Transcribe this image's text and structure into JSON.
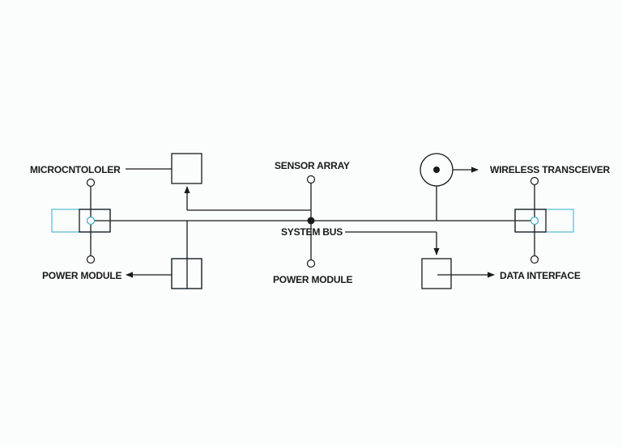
{
  "diagram": {
    "labels": {
      "microcontroller": "MICROCNTOLOLER",
      "sensor_array": "SENSOR ARRAY",
      "wireless_transceiver": "WIRELESS TRANSCEIVER",
      "system_bus": "SYSTEM BUS",
      "power_module_left": "POWER MODULE",
      "power_module_center": "POWER MODULE",
      "data_interface": "DATA INTERFACE"
    },
    "colors": {
      "line": "#1a1a1a",
      "accent": "#5cc0d6",
      "background": "#fbfcfc"
    }
  }
}
